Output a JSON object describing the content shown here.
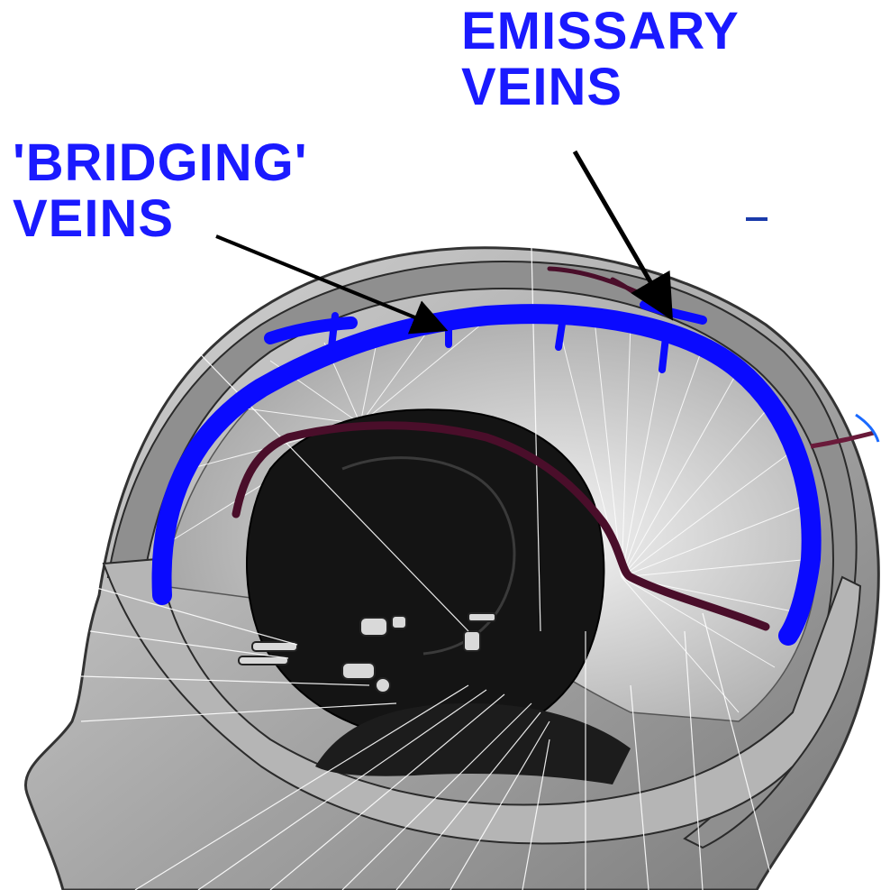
{
  "labels": {
    "emissary": {
      "line1": "EMISSARY",
      "line2": "VEINS"
    },
    "bridging": {
      "line1": "'BRIDGING'",
      "line2": "VEINS"
    }
  },
  "colors": {
    "label": "#1a1aff",
    "vein_highlight": "#0a0aff",
    "sinus": "#5a1030",
    "arrow": "#000000",
    "skin": "#c8c8c8",
    "skull": "#9a9a9a",
    "brain_fibers": "#e6e6e6",
    "cavity": "#141414"
  },
  "icons": {
    "emissary_arrow": "arrow-icon",
    "bridging_arrow": "arrow-icon"
  }
}
